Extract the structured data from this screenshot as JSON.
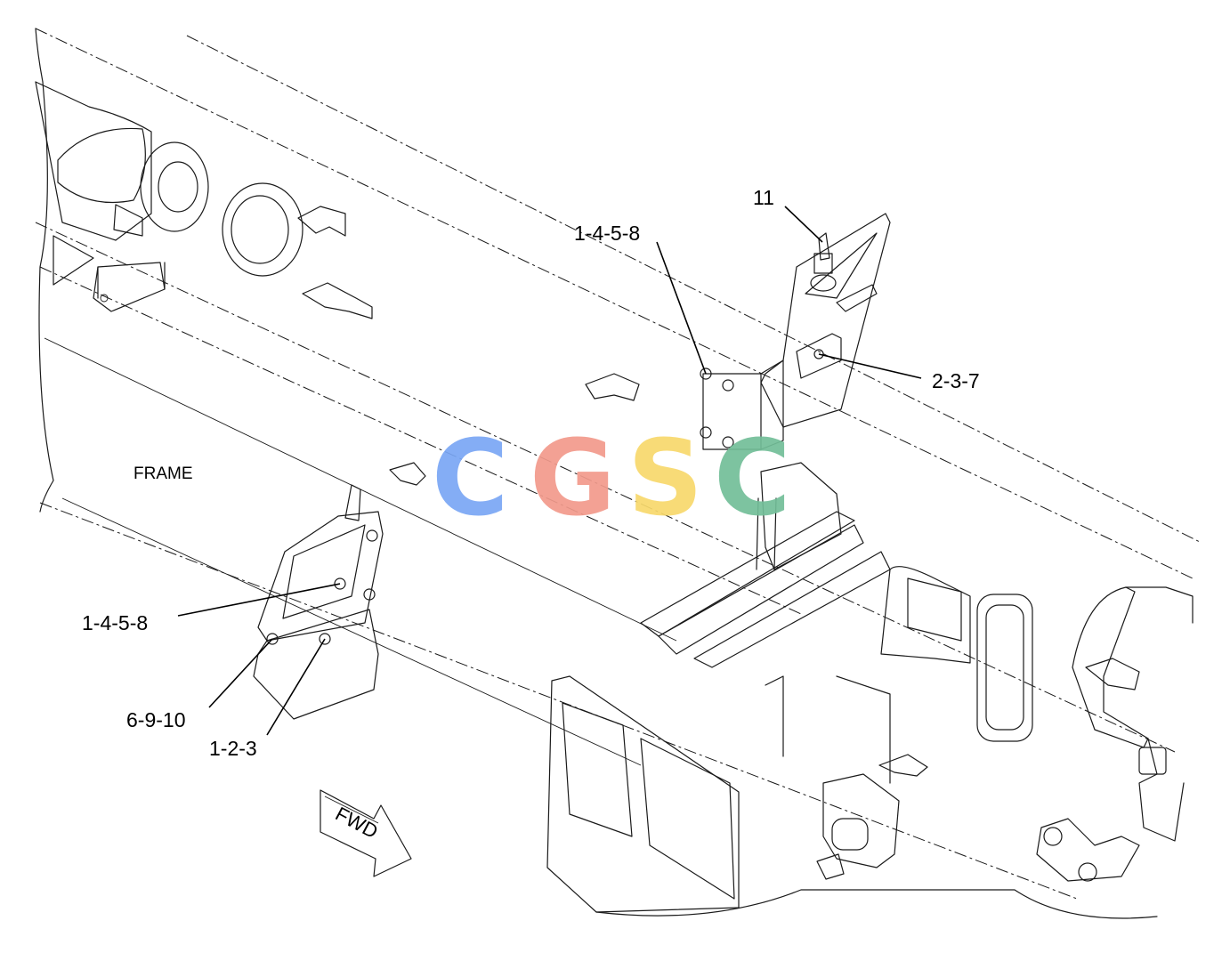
{
  "diagram": {
    "labels": {
      "frame": "FRAME",
      "forward_arrow": "FWD"
    },
    "callouts": [
      "11",
      "1-4-5-8",
      "2-3-7",
      "1-4-5-8",
      "6-9-10",
      "1-2-3"
    ],
    "watermark": {
      "text": "CGSC",
      "letters": [
        "C",
        "G",
        "S",
        "C"
      ],
      "colors": [
        "#7aa7f5",
        "#f29a8c",
        "#f8d96c",
        "#72be98"
      ]
    },
    "line_color": "#1a1a1a"
  }
}
